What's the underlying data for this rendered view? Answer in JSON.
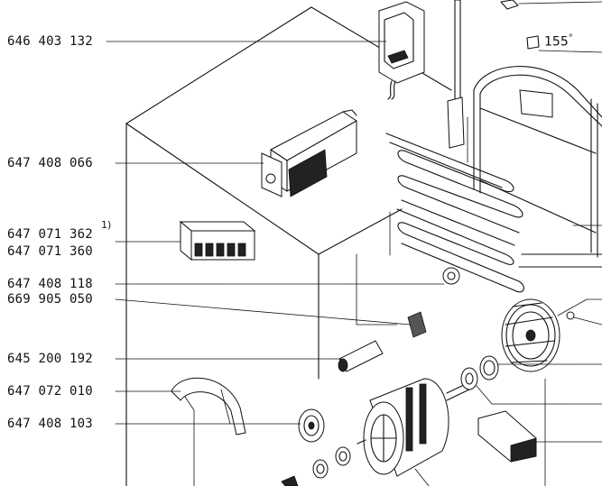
{
  "part_numbers": [
    {
      "text": "646 403 132"
    },
    {
      "text": "647 408 066"
    },
    {
      "text": "647 071 362"
    },
    {
      "text": "647 071 360"
    },
    {
      "text": "647 408 118"
    },
    {
      "text": "669 905 050"
    },
    {
      "text": "645 200 192"
    },
    {
      "text": "647 072 010"
    },
    {
      "text": "647 408 103"
    }
  ],
  "footnote_mark": "1)",
  "angle_label": "155",
  "angle_unit": "°"
}
